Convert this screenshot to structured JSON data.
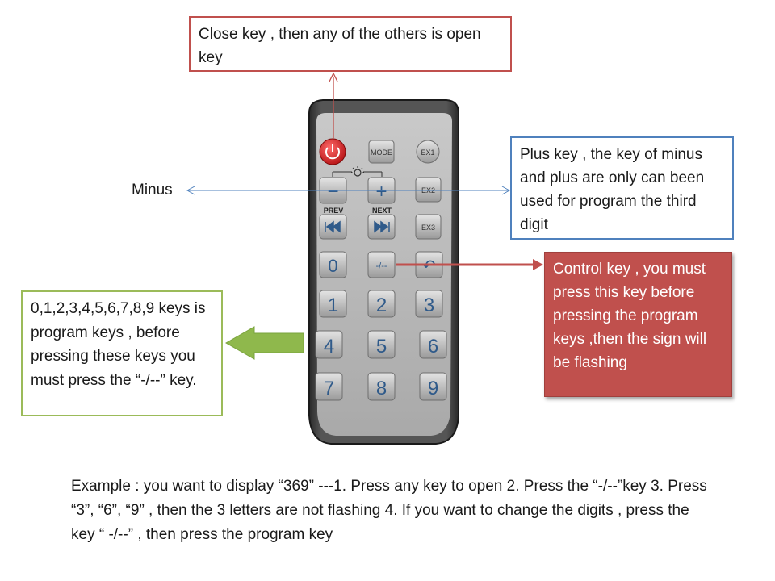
{
  "callouts": {
    "close_key": "Close key , then any of the others is open key",
    "plus_key": "Plus key , the key of minus and plus are only can been used for program  the third digit",
    "control_key": "Control key , you must press this key before pressing  the program keys ,then the sign will be flashing",
    "program_keys": "0,1,2,3,4,5,6,7,8,9  keys is program keys , before  pressing  these keys you must  press the “-/--” key.",
    "minus": "Minus"
  },
  "example": "Example : you want to display “369”  ---1. Press any key to open  2. Press the “-/--”key 3. Press “3”, “6”, “9” , then the 3 letters are not flashing 4. If you want to change the digits , press the key “ -/--” , then press the program key",
  "remote": {
    "mode_label": "MODE",
    "ex1_label": "EX1",
    "ex2_label": "EX2",
    "ex3_label": "EX3",
    "prev_label": "PREV",
    "next_label": "NEXT",
    "minus_symbol": "−",
    "plus_symbol": "+",
    "dash_key": "-/--",
    "back_symbol": "↶",
    "digits": [
      "0",
      "1",
      "2",
      "3",
      "4",
      "5",
      "6",
      "7",
      "8",
      "9"
    ]
  },
  "colors": {
    "power": "#d8282a",
    "red_accent": "#c0504d",
    "blue_accent": "#4f81bd",
    "green_accent": "#9bbb59"
  }
}
